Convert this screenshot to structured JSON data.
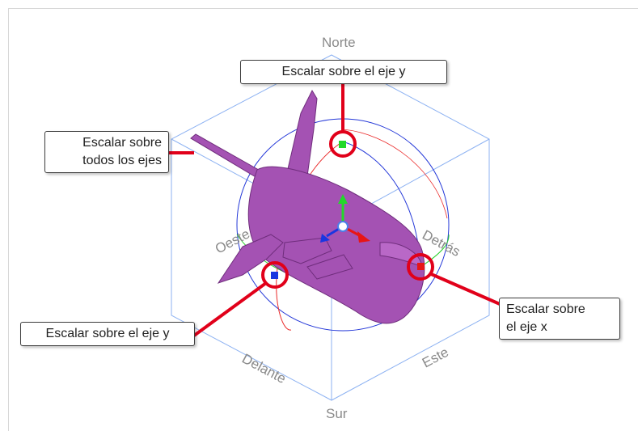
{
  "directions": {
    "north": "Norte",
    "south": "Sur",
    "west": "Oeste",
    "back": "Detrás",
    "front": "Delante",
    "east": "Este"
  },
  "callouts": {
    "top": "Escalar sobre el eje y",
    "all_line1": "Escalar sobre",
    "all_line2": "todos los ejes",
    "left": "Escalar sobre el eje y",
    "x_line1": "Escalar sobre",
    "x_line2": "el eje x"
  },
  "colors": {
    "callout_red": "#e1001a",
    "cube_blue": "#7ea7ef",
    "model_purple": "#a452b3",
    "handle_green": "#22d92a",
    "handle_blue": "#1a36e0",
    "handle_red": "#e81515"
  }
}
